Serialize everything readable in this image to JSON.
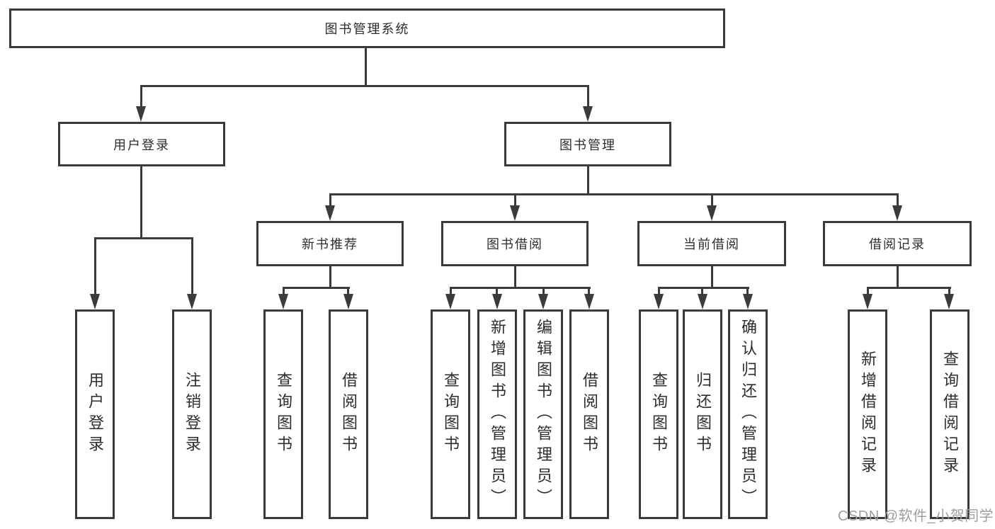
{
  "colors": {
    "line": "#3b3b3b",
    "box_border": "#3b3b3b",
    "text": "#2d2d2d",
    "watermark": "#9e9e9e",
    "background": "#ffffff"
  },
  "watermark": "CSDN @软件_小贺同学",
  "tree": {
    "label": "图书管理系统",
    "children": [
      {
        "label": "用户登录",
        "children": [
          {
            "label": "用户登录"
          },
          {
            "label": "注销登录"
          }
        ]
      },
      {
        "label": "图书管理",
        "children": [
          {
            "label": "新书推荐",
            "children": [
              {
                "label": "查询图书"
              },
              {
                "label": "借阅图书"
              }
            ]
          },
          {
            "label": "图书借阅",
            "children": [
              {
                "label": "查询图书"
              },
              {
                "label": "新增图书（管理员）"
              },
              {
                "label": "编辑图书（管理员）"
              },
              {
                "label": "借阅图书"
              }
            ]
          },
          {
            "label": "当前借阅",
            "children": [
              {
                "label": "查询图书"
              },
              {
                "label": "归还图书"
              },
              {
                "label": "确认归还（管理员）"
              }
            ]
          },
          {
            "label": "借阅记录",
            "children": [
              {
                "label": "新增借阅记录"
              },
              {
                "label": "查询借阅记录"
              }
            ]
          }
        ]
      }
    ]
  }
}
